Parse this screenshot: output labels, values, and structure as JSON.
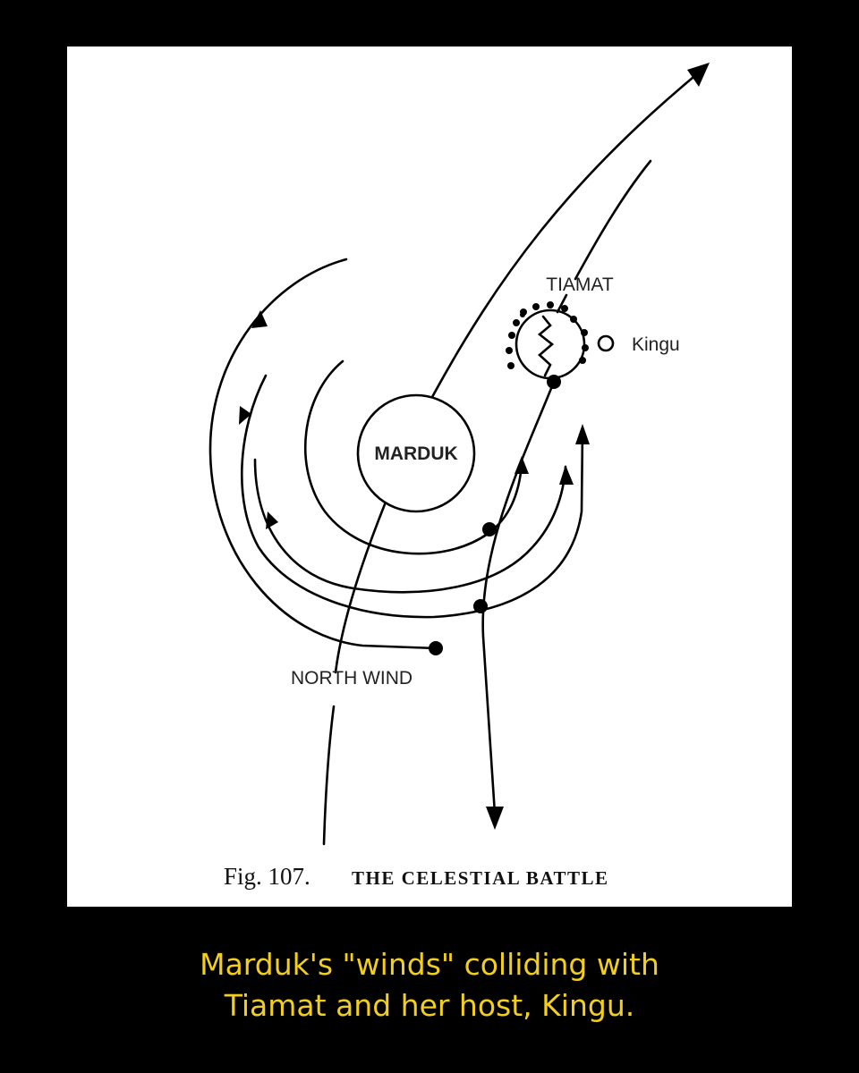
{
  "diagram": {
    "labels": {
      "marduk": "MARDUK",
      "tiamat": "TIAMAT",
      "kingu": "Kingu",
      "north_wind": "NORTH WIND"
    },
    "figure_caption": {
      "number": "Fig. 107.",
      "title": "THE CELESTIAL BATTLE"
    }
  },
  "caption": {
    "line1": "Marduk's \"winds\" colliding with",
    "line2": "Tiamat and her host, Kingu."
  },
  "colors": {
    "background": "#000000",
    "panel": "#ffffff",
    "caption_text": "#f2cf1e"
  }
}
